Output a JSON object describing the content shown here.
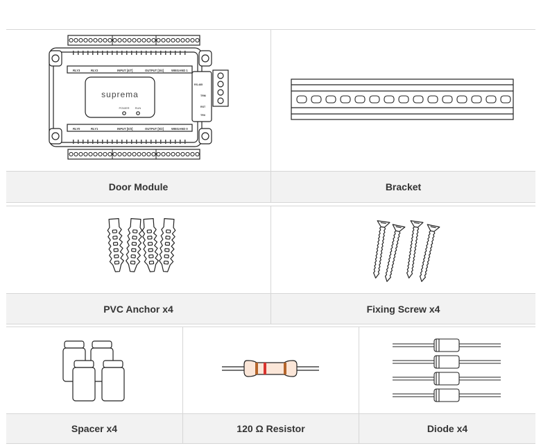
{
  "rows": [
    {
      "items": [
        {
          "label": "Door Module",
          "icon": "door-module-icon"
        },
        {
          "label": "Bracket",
          "icon": "bracket-icon"
        }
      ]
    },
    {
      "items": [
        {
          "label": "PVC Anchor x4",
          "icon": "pvc-anchor-icon"
        },
        {
          "label": "Fixing Screw x4",
          "icon": "fixing-screw-icon"
        }
      ]
    },
    {
      "items": [
        {
          "label": "Spacer x4",
          "icon": "spacer-icon"
        },
        {
          "label": "120 Ω Resistor",
          "icon": "resistor-icon"
        },
        {
          "label": "Diode x4",
          "icon": "diode-icon"
        }
      ]
    }
  ],
  "door_module": {
    "brand": "suprema",
    "led_labels": [
      "POWER",
      "RUN"
    ],
    "top_labels": [
      "RLY3",
      "RLY2",
      "INPUT [4/7]",
      "OUTPUT [3/4]",
      "WIEGAND 1"
    ],
    "bottom_labels": [
      "RLY0",
      "RLY1",
      "INPUT [0/3]",
      "OUTPUT [0/2]",
      "WIEGAND 0"
    ],
    "side_labels": [
      "RS-485",
      "TRM",
      "RST",
      "TRX"
    ]
  },
  "colors": {
    "resistor_band": "#d9332e",
    "resistor_band_2": "#b5652b",
    "caption_bg": "#f2f2f2",
    "border": "#d6d6d6"
  }
}
